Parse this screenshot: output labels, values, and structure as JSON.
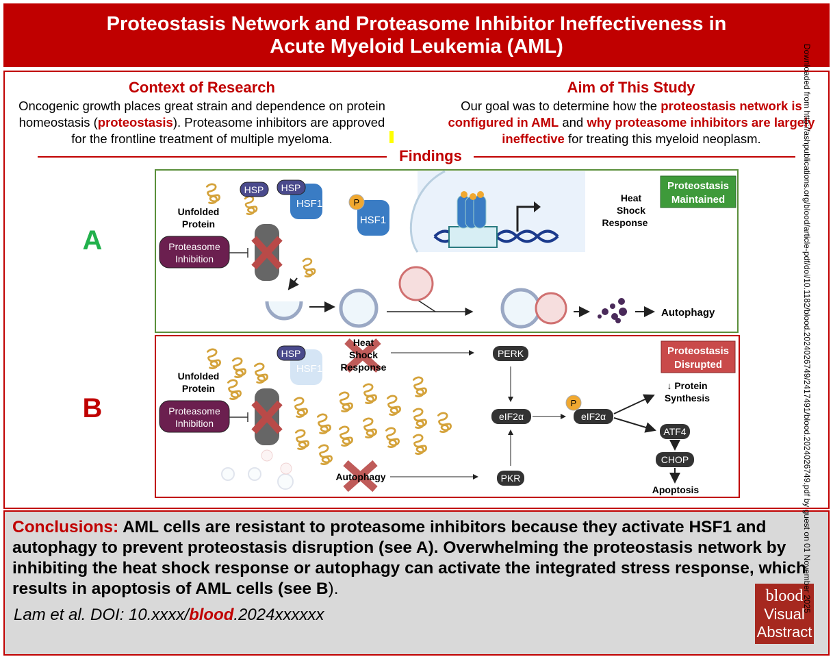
{
  "title": {
    "line1": "Proteostasis Network and Proteasome Inhibitor Ineffectiveness in",
    "line2": "Acute Myeloid Leukemia (AML)"
  },
  "context": {
    "heading": "Context of Research",
    "text_a": "Oncogenic growth places great strain and dependence on protein homeostasis (",
    "text_b": "proteostasis",
    "text_c": "). Proteasome inhibitors are approved for the frontline treatment of multiple myeloma."
  },
  "aim": {
    "heading": "Aim of This Study",
    "text_a": "Our goal was to determine how the ",
    "text_b": "proteostasis network is configured in AML",
    "text_c": " and ",
    "text_d": "why proteasome inhibitors are largely ineffective",
    "text_e": " for treating this myeloid neoplasm."
  },
  "findings_label": "Findings",
  "panel_a": {
    "letter": "A",
    "unfolded_1": "Unfolded",
    "unfolded_2": "Protein",
    "hsp": "HSP",
    "hsf1": "HSF1",
    "p": "P",
    "proteasome_1": "Proteasome",
    "proteasome_2": "Inhibition",
    "hsr_1": "Heat",
    "hsr_2": "Shock",
    "hsr_3": "Response",
    "status_1": "Proteostasis",
    "status_2": "Maintained",
    "autophagy": "Autophagy"
  },
  "panel_b": {
    "letter": "B",
    "unfolded_1": "Unfolded",
    "unfolded_2": "Protein",
    "hsp": "HSP",
    "hsf1": "HSF1",
    "p": "P",
    "proteasome_1": "Proteasome",
    "proteasome_2": "Inhibition",
    "hsr_1": "Heat",
    "hsr_2": "Shock",
    "hsr_3": "Response",
    "autophagy": "Autophagy",
    "perk": "PERK",
    "eif2a": "eIF2α",
    "peif2a": "eIF2α",
    "pkr": "PKR",
    "protein_1": "↓ Protein",
    "protein_2": "Synthesis",
    "atf4": "ATF4",
    "chop": "CHOP",
    "apoptosis": "Apoptosis",
    "status_1": "Proteostasis",
    "status_2": "Disrupted"
  },
  "conclusions": {
    "label": "Conclusions:",
    "text": " AML cells are resistant to proteasome inhibitors because they activate HSF1 and autophagy to prevent proteostasis disruption (see A). Overwhelming the proteostasis network by inhibiting the heat shock response or autophagy can activate the integrated stress response, which results in apoptosis of AML cells (see B",
    "end": ")."
  },
  "citation": {
    "a": "Lam et al. DOI: 10.xxxx/",
    "b": "blood",
    "c": ".2024xxxxxx"
  },
  "logo": {
    "brand": "blood",
    "line1": "Visual",
    "line2": "Abstract"
  },
  "watermark": "Downloaded from http://ashpublications.org/blood/article-pdf/doi/10.1182/blood.2024026749/2417491/blood.2024026749.pdf by guest on 01 November 2025",
  "colors": {
    "brand_red": "#c00000",
    "maintained_green": "#3e9a3a",
    "disrupted_red": "#c94a4a",
    "hsf1_blue": "#3a7cc4",
    "hsp_purple": "#4a4a8c",
    "inhibition_plum": "#6b1f4f",
    "protein_gold": "#d4a23a"
  }
}
